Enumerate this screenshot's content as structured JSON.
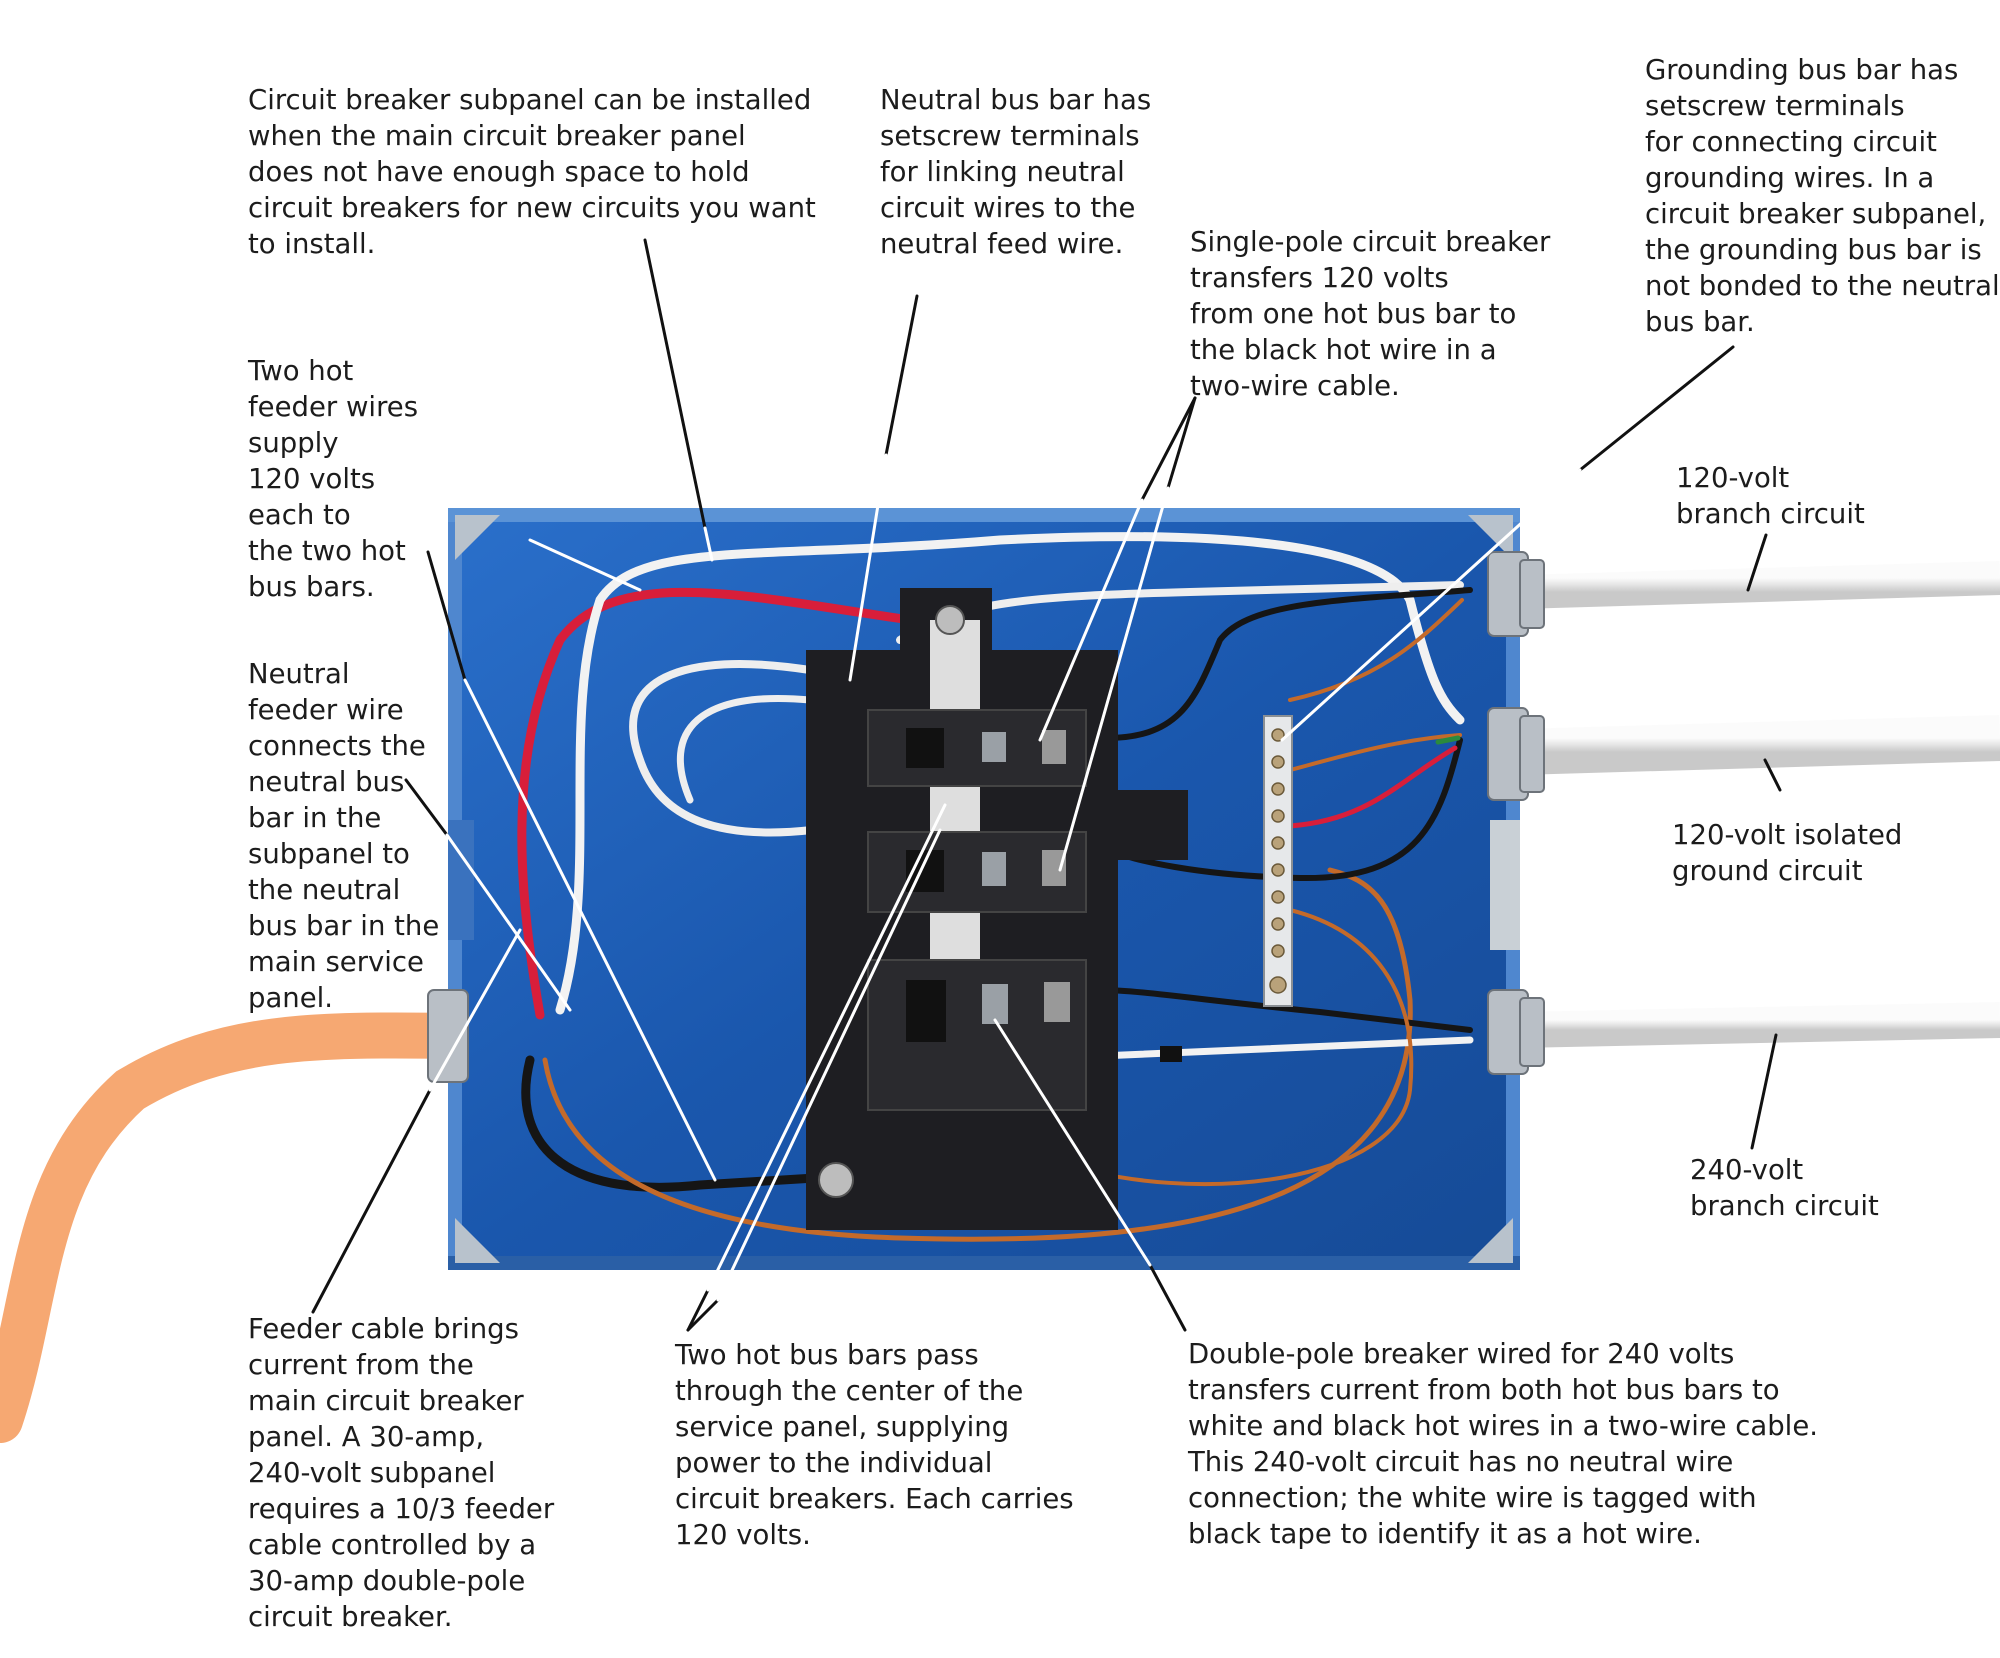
{
  "colors": {
    "box_blue": "#1d5fb8",
    "box_edge": "#3a78c9",
    "breaker_black": "#1e1e22",
    "hot_red": "#d81e3a",
    "neutral_white": "#f2f2f2",
    "ground_copper": "#c46a2a",
    "feeder_orange": "#f6a872",
    "cable_white": "#e6e6e6",
    "leader_line": "#111111"
  },
  "callouts": {
    "subpanel": "Circuit breaker subpanel can be installed\nwhen the main circuit breaker panel\ndoes not have enough space to hold\ncircuit breakers for new circuits you want\nto install.",
    "neutral_bus": "Neutral bus bar has\nsetscrew terminals\nfor linking neutral\ncircuit wires to the\nneutral feed wire.",
    "single_pole": "Single-pole circuit breaker\ntransfers 120 volts\nfrom one hot bus bar to\nthe black hot wire in a\ntwo-wire cable.",
    "grounding_bus": "Grounding bus bar has\nsetscrew terminals\nfor connecting circuit\ngrounding wires. In a\ncircuit breaker subpanel,\nthe grounding bus bar is\nnot bonded to the neutral\nbus bar.",
    "hot_feeders": "Two hot\nfeeder wires\nsupply\n120 volts\neach to\nthe two hot\nbus bars.",
    "neutral_feeder": "Neutral\nfeeder wire\nconnects the\nneutral bus\nbar in the\nsubpanel to\nthe neutral\nbus bar in the\nmain service\npanel.",
    "branch_120": "120-volt\nbranch circuit",
    "isolated_ground": "120-volt isolated\nground circuit",
    "branch_240": "240-volt\nbranch circuit",
    "feeder_cable": "Feeder cable brings\ncurrent from the\nmain circuit breaker\npanel. A 30-amp,\n240-volt subpanel\nrequires a 10/3 feeder\ncable controlled by a\n30-amp double-pole\ncircuit breaker.",
    "hot_bus_bars": "Two hot bus bars pass\nthrough the center of the\nservice panel, supplying\npower to the individual\ncircuit breakers. Each carries\n120 volts.",
    "double_pole": "Double-pole breaker wired for 240 volts\ntransfers current from both hot bus bars to\nwhite and black hot wires in a two-wire cable.\nThis 240-volt circuit has no neutral wire\nconnection; the white wire is tagged with\nblack tape to identify it as a hot wire."
  }
}
